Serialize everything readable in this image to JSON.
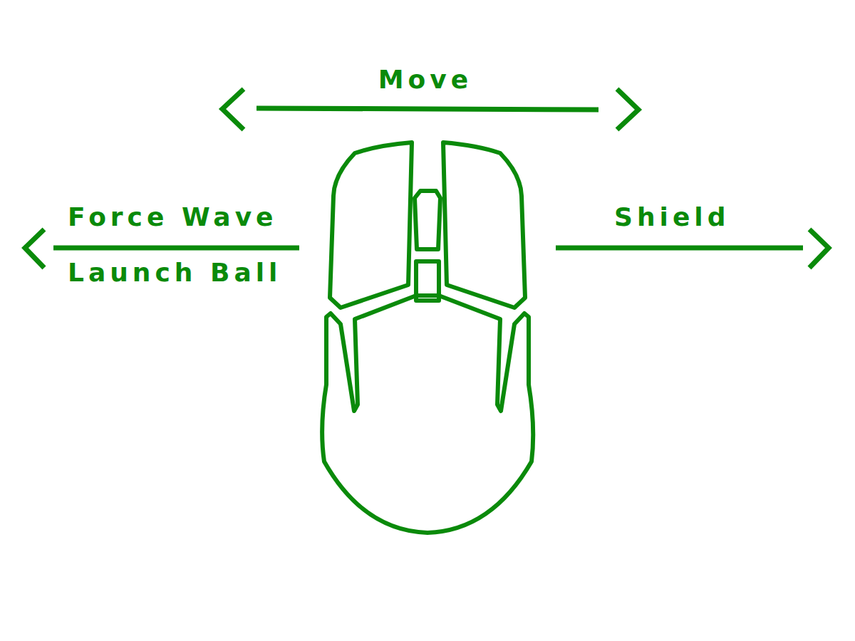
{
  "diagram": {
    "labels": [
      "Move",
      "Force Wave",
      "Launch Ball",
      "Shield"
    ]
  }
}
